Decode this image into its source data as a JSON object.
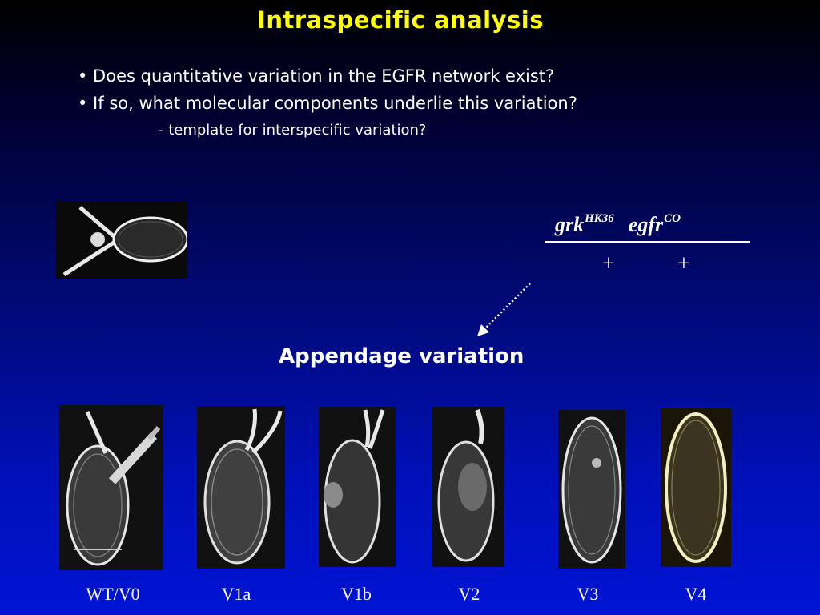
{
  "title": "Intraspecific analysis",
  "bullets": [
    "• Does quantitative variation in the EGFR network exist?",
    "• If so, what molecular components underlie this variation?"
  ],
  "sub_bullet": "- template for interspecific variation?",
  "genotype": {
    "gene1": "grk",
    "allele1": "HK36",
    "gene2": "egfr",
    "allele2": "CO",
    "plus1": "+",
    "plus2": "+"
  },
  "section_title": "Appendage variation",
  "egg_labels": [
    "WT/V0",
    "V1a",
    "V1b",
    "V2",
    "V3",
    "V4"
  ]
}
